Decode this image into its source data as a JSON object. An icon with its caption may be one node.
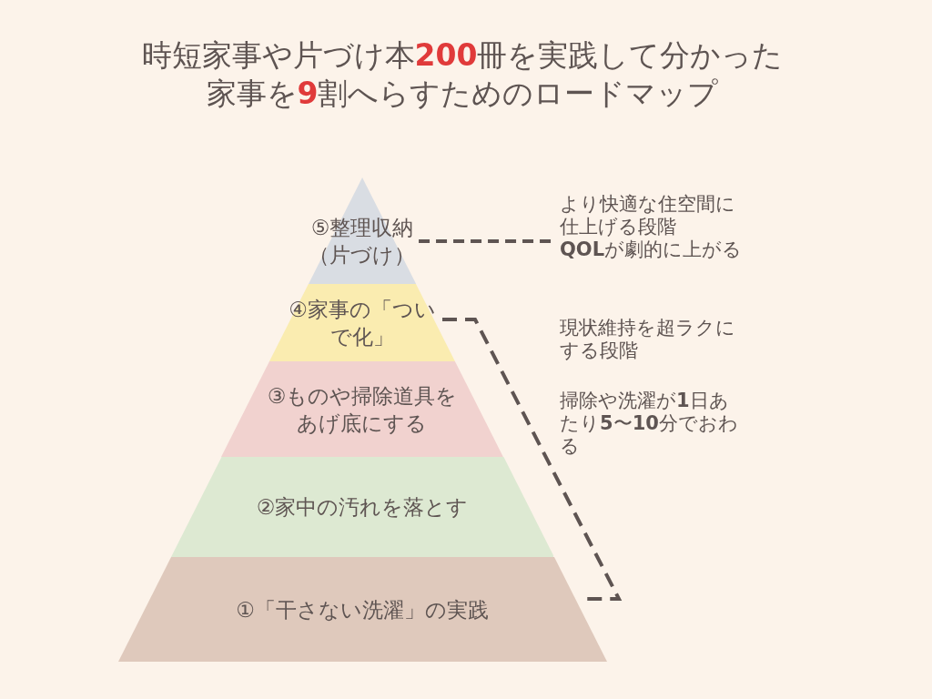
{
  "diagram": {
    "title": "時短家事や片づけ本**200**冊を実践して分かった家事を**9**割へらすためのロードマップ",
    "nodes": [
      {
        "text": [
          "⑤整理収納（片づけ）"
        ]
      },
      {
        "text": [
          "より快適な住空間に仕上げる段階",
          "**QOL**が劇的に上がる"
        ]
      },
      {
        "text": [
          "④家事の「ついで化」"
        ]
      },
      {
        "text": [
          "③ものや掃除道具をあげ底にする"
        ]
      },
      {
        "text": [
          "②家中の汚れを落とす"
        ]
      },
      {
        "text": [
          "①「干さない洗濯」の実践"
        ]
      }
    ],
    "edges": [
      {
        "from": 0,
        "to": 1,
        "arrow": "none",
        "style": "dashed"
      }
    ],
    "labels": [
      "現状維持を超ラクにする段階",
      "掃除や洗濯が**1**日あたり**5**〜**10**分でおわる"
    ]
  }
}
